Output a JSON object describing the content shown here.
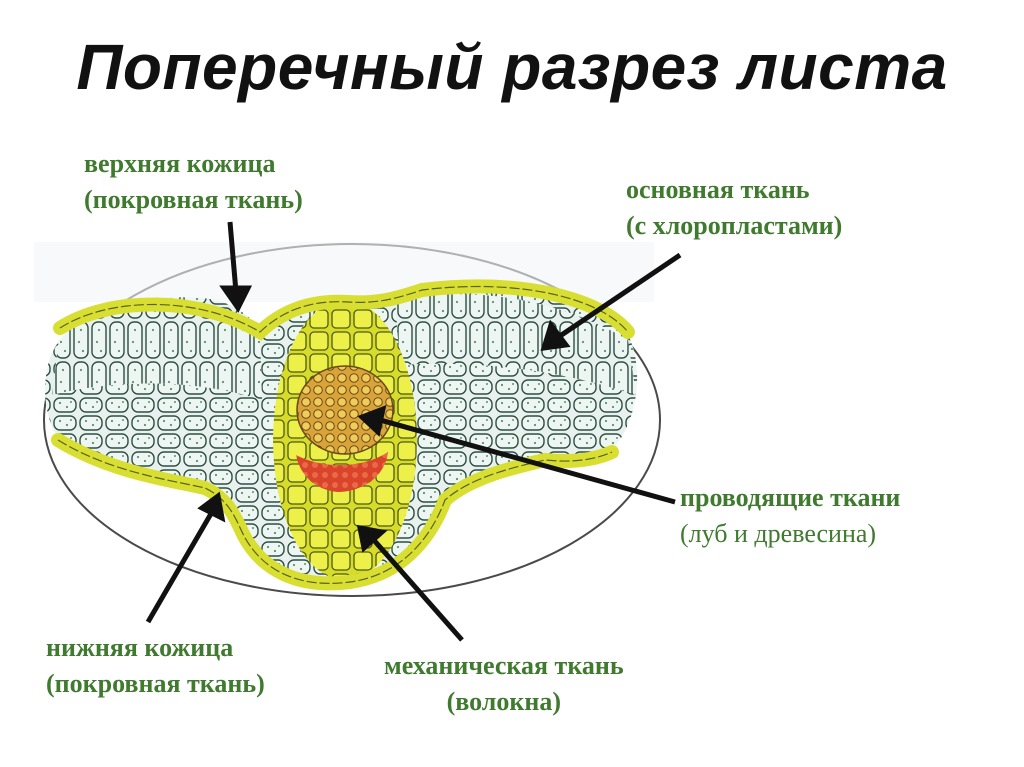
{
  "title": "Поперечный разрез листа",
  "labels": {
    "upper_epidermis": {
      "line1": "верхняя кожица",
      "line2": "(покровная ткань)"
    },
    "ground_tissue": {
      "line1": "основная ткань",
      "line2": "(с хлоропластами)"
    },
    "conducting_tissue": {
      "line1": "проводящие ткани",
      "line2": "(луб и древесина)"
    },
    "lower_epidermis": {
      "line1": "нижняя кожица",
      "line2": "(покровная ткань)"
    },
    "mechanical_tissue": {
      "line1": "механическая ткань",
      "line2": "(волокна)"
    }
  },
  "colors": {
    "epidermis": "#e6ea3a",
    "cells": "#e8f1ee",
    "cell_outline": "#2f4f43",
    "vascular": "#e2b43a",
    "phloem": "#d9442a",
    "arrow": "#111111",
    "label_text": "#3f7a2f"
  }
}
